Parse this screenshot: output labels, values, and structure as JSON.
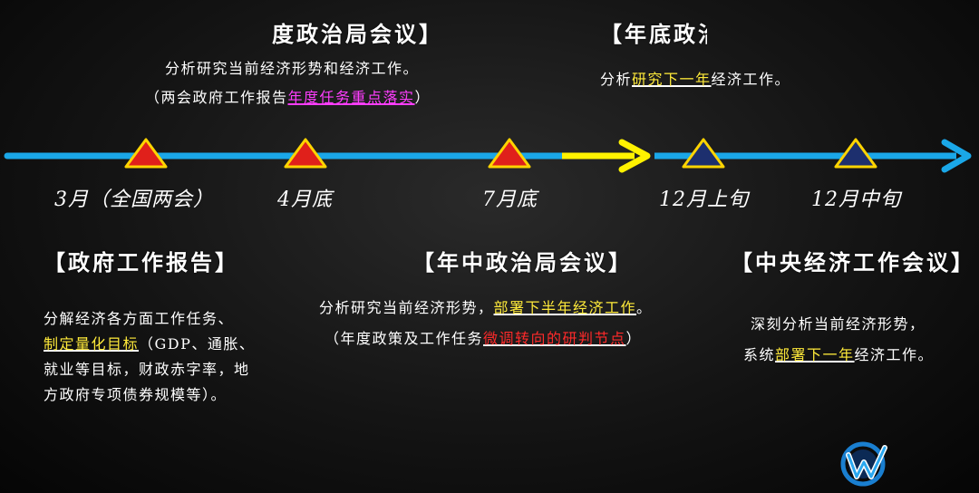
{
  "events": {
    "april_title": "度政治局会议】",
    "april_line1": "分析研究当前经济形势和经济工作。",
    "april_line2_pre": "（两会政府工作报告",
    "april_line2_hl": "年度任务重点落实",
    "april_line2_post": "）",
    "yearend_title": "【年底政治",
    "yearend_pre": "分析",
    "yearend_hl": "研究下一年",
    "yearend_post": "经济工作。",
    "gov_title": "【政府工作报告】",
    "gov_line1": "分解经济各方面工作任务、",
    "gov_hl": "制定量化目标",
    "gov_rest": "（GDP、通胀、就业等目标，财政赤字率，地方政府专项债券规模等）。",
    "mid_title": "【年中政治局会议】",
    "mid_line1_pre": "分析研究当前经济形势，",
    "mid_line1_hl": "部署下半年经济工作",
    "mid_line1_post": "。",
    "mid_line2_pre": "（年度政策及工作任务",
    "mid_line2_hl": "微调转向的研判节点",
    "mid_line2_post": "）",
    "central_title": "【中央经济工作会议】",
    "central_line1": "深刻分析当前经济形势，",
    "central_line2_pre": "系统",
    "central_line2_hl": "部署下一年",
    "central_line2_post": "经济工作。"
  },
  "timeline": {
    "dates": [
      "3月（全国两会）",
      "4月底",
      "7月底",
      "12月上旬",
      "12月中旬"
    ],
    "colors": {
      "line": "#1aa7e8",
      "highlight": "#fff200",
      "triangle_red": "#e0201b",
      "triangle_navy": "#1d2f6e",
      "triangle_border": "#ffd400"
    }
  },
  "logo": {
    "icon": "w-logo-icon"
  }
}
